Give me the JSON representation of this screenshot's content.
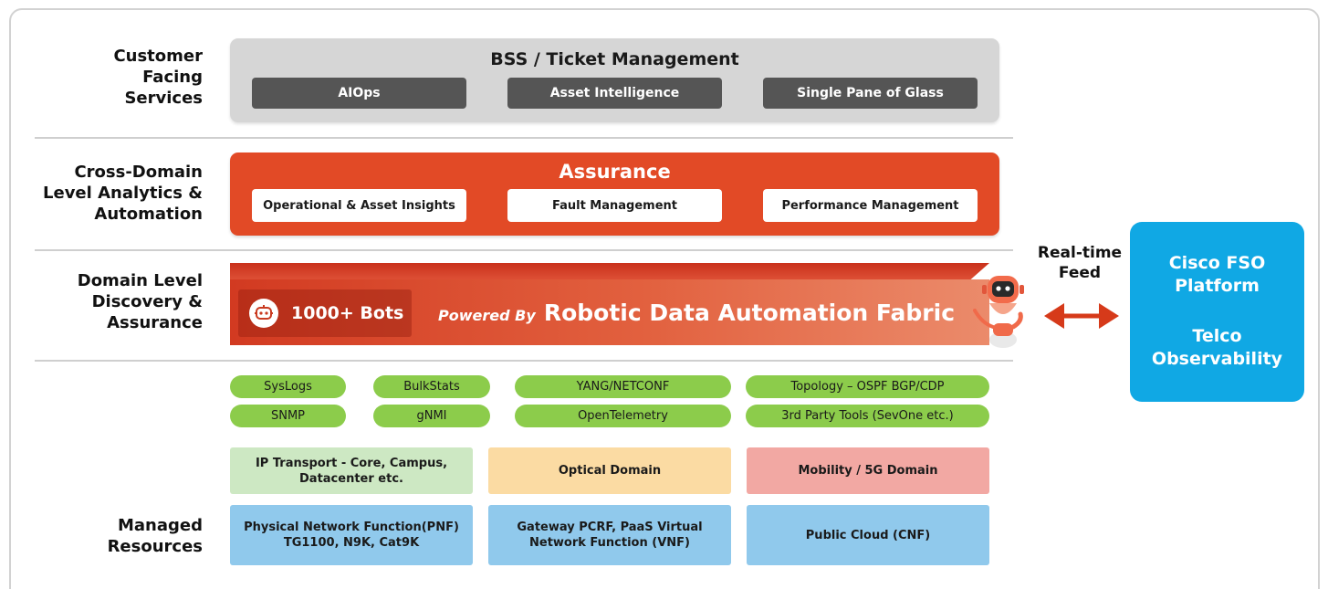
{
  "row_labels": {
    "customer_facing": [
      "Customer",
      "Facing",
      "Services"
    ],
    "cross_domain": [
      "Cross-Domain",
      "Level Analytics &",
      "Automation"
    ],
    "domain_level": [
      "Domain Level",
      "Discovery &",
      "Assurance"
    ],
    "managed": [
      "Managed",
      "Resources"
    ]
  },
  "bss": {
    "title": "BSS / Ticket Management",
    "items": [
      "AIOps",
      "Asset Intelligence",
      "Single Pane of Glass"
    ]
  },
  "assurance": {
    "title": "Assurance",
    "items": [
      "Operational & Asset Insights",
      "Fault Management",
      "Performance Management"
    ]
  },
  "rdaf": {
    "bots": "1000+ Bots",
    "powered_by": "Powered By",
    "name": "Robotic Data Automation Fabric"
  },
  "feed": [
    "Real-time",
    "Feed"
  ],
  "fso": {
    "line1": [
      "Cisco FSO",
      "Platform"
    ],
    "line2": [
      "Telco",
      "Observability"
    ]
  },
  "data_sources": {
    "row1": [
      "SysLogs",
      "BulkStats",
      "YANG/NETCONF",
      "Topology – OSPF BGP/CDP"
    ],
    "row2": [
      "SNMP",
      "gNMI",
      "OpenTelemetry",
      "3rd Party Tools (SevOne etc.)"
    ]
  },
  "domains": [
    "IP Transport - Core, Campus, Datacenter etc.",
    "Optical Domain",
    "Mobility / 5G Domain"
  ],
  "resources": [
    "Physical Network Function(PNF) TG1100, N9K, Cat9K",
    "Gateway PCRF, PaaS Virtual Network Function (VNF)",
    "Public Cloud (CNF)"
  ],
  "colors": {
    "assurance": "#e24a26",
    "bss": "#d6d6d6",
    "dark_pill": "#555555",
    "fso": "#10a8e4",
    "green": "#8ccc4b",
    "ip_transport": "#cde8c3",
    "optical": "#fbdba3",
    "mobility": "#f2a8a3",
    "resource_blue": "#90c9ec",
    "arrow": "#d63a1a"
  },
  "icons": {
    "bots": "robot-face-icon",
    "mascot": "robot-mascot-icon",
    "feed": "double-arrow-icon"
  }
}
